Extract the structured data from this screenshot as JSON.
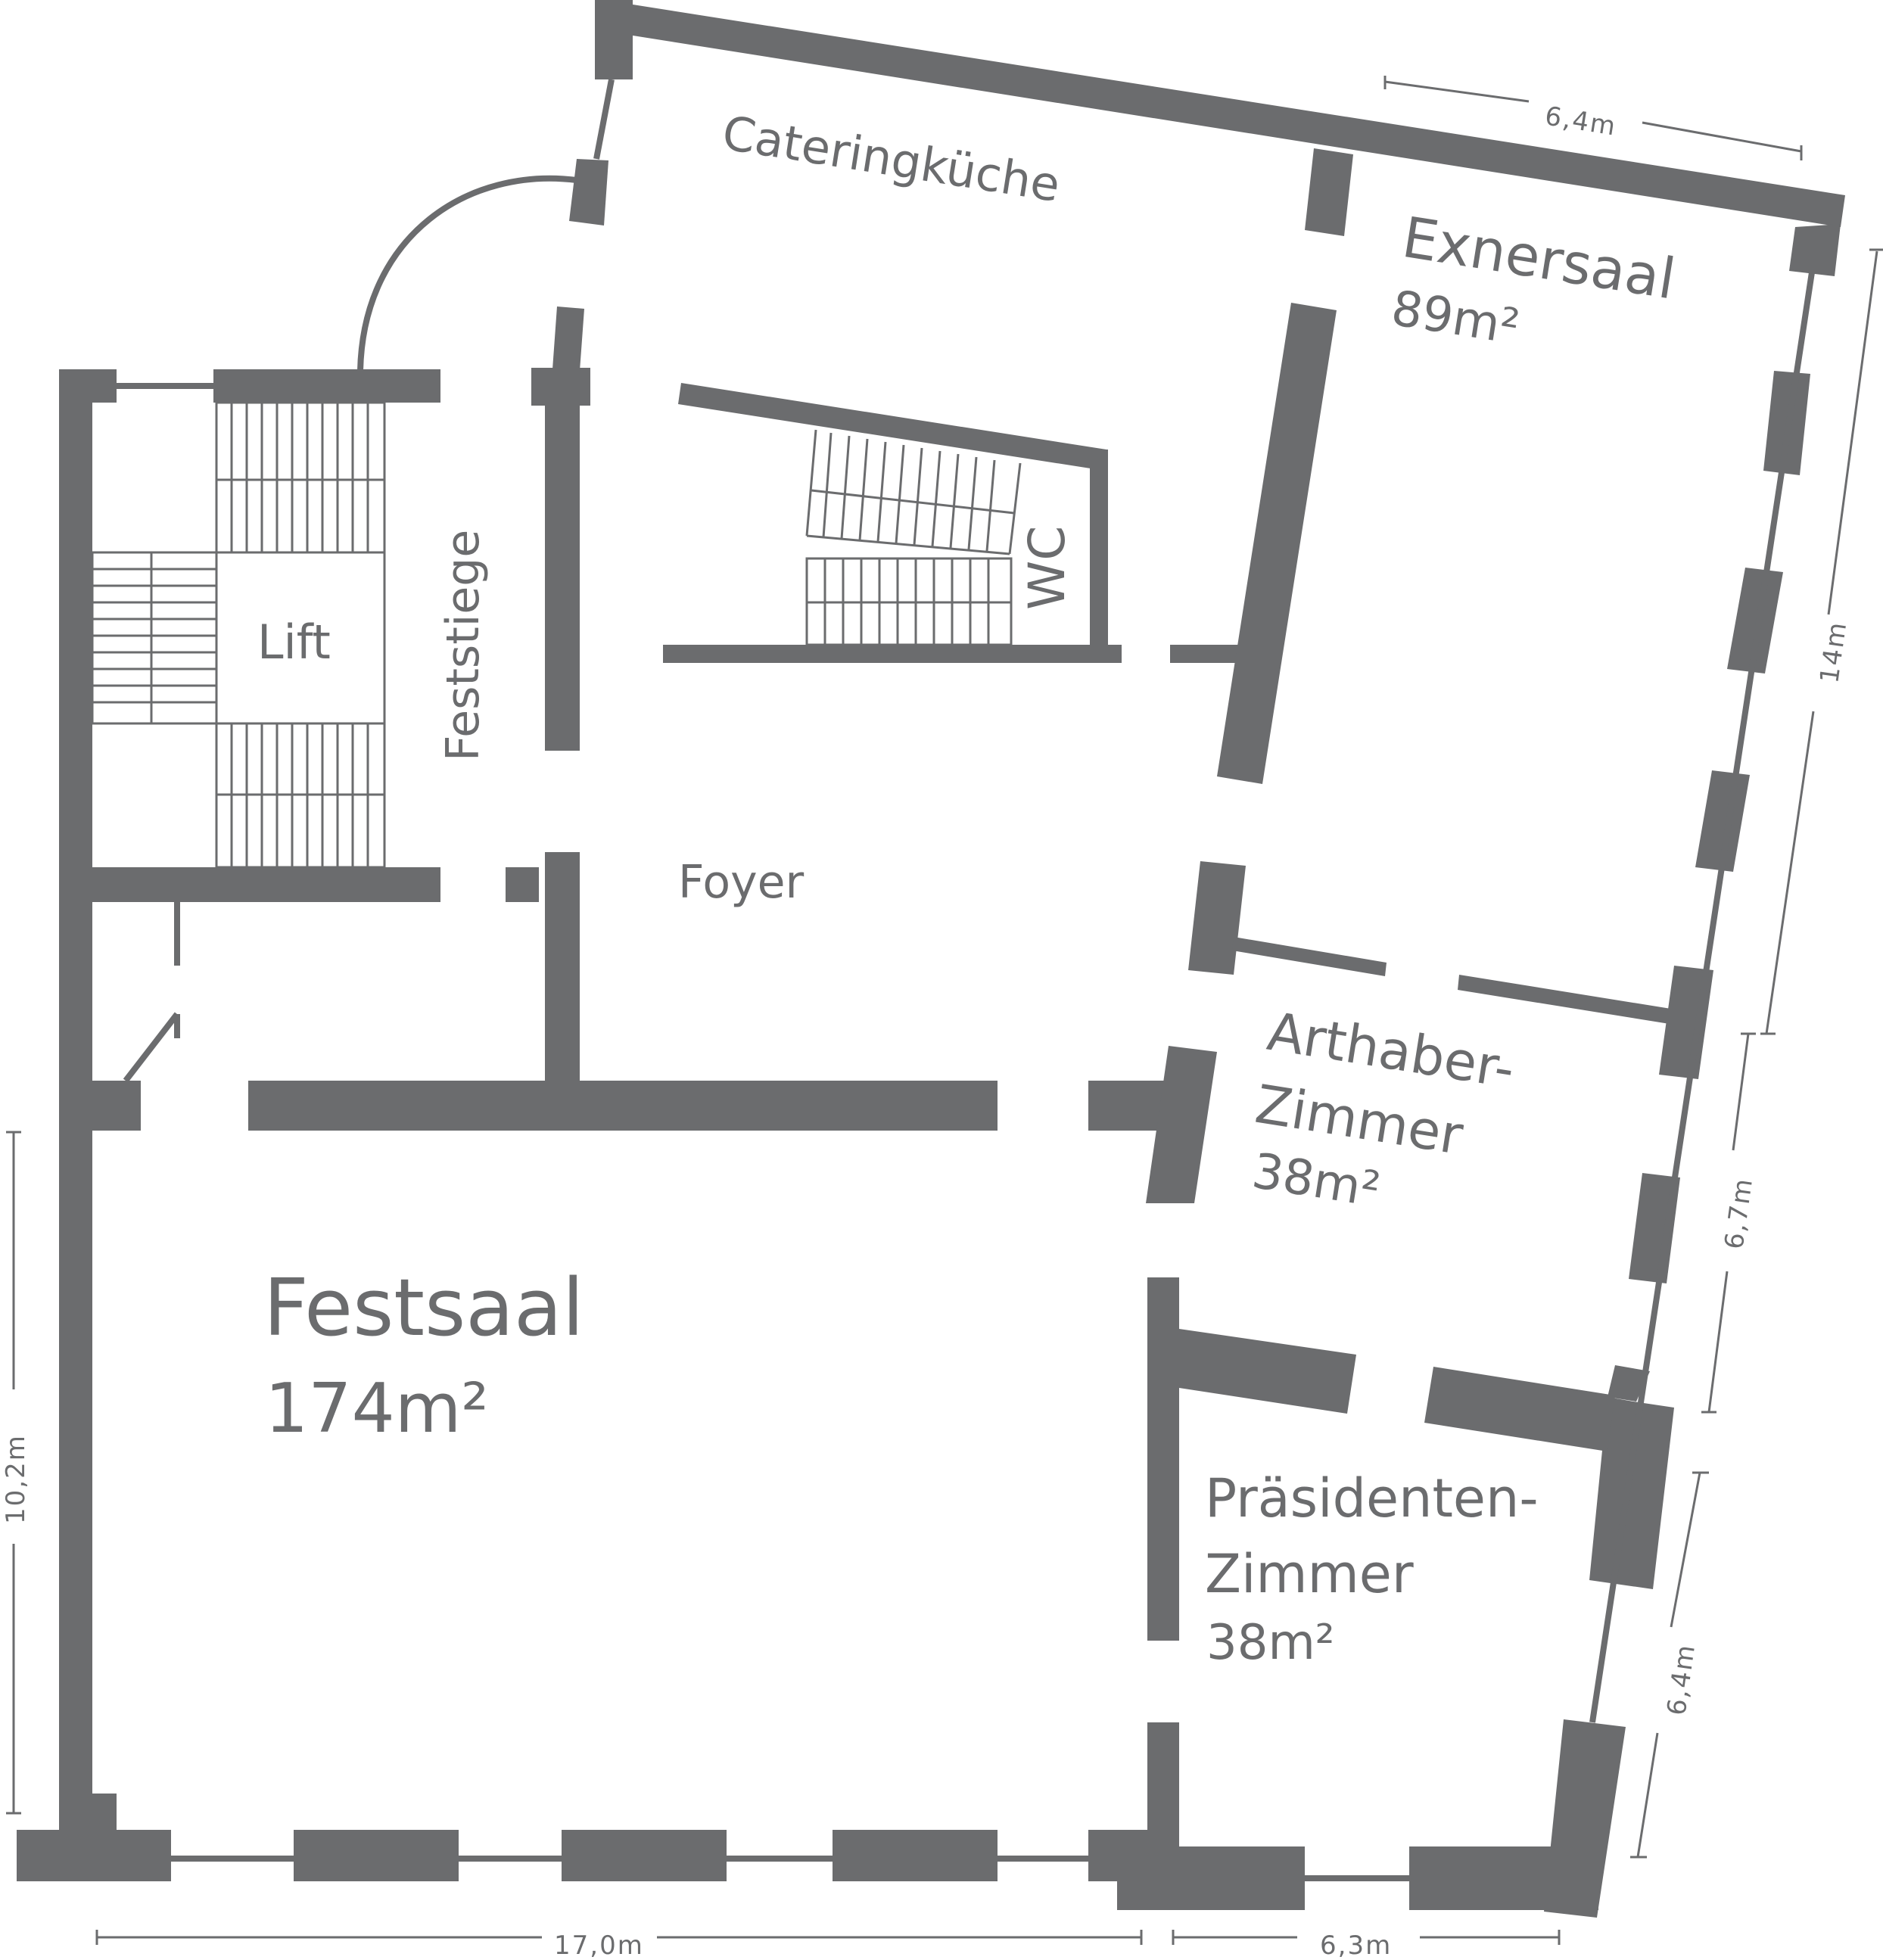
{
  "rooms": {
    "cateringkueche": "Cateringküche",
    "exnersaal": {
      "name": "Exnersaal",
      "area": "89m²"
    },
    "feststiege": "Feststiege",
    "wc": "WC",
    "lift": "Lift",
    "foyer": "Foyer",
    "arthaber": {
      "name_line1": "Arthaber-",
      "name_line2": "Zimmer",
      "area": "38m²"
    },
    "festsaal": {
      "name": "Festsaal",
      "area": "174m²"
    },
    "praesidenten": {
      "name_line1": "Präsidenten-",
      "name_line2": "Zimmer",
      "area": "38m²"
    }
  },
  "dimensions": {
    "top_right": "6,4m",
    "right_upper": "14m",
    "right_middle": "6,7m",
    "right_lower": "6,4m",
    "left": "10,2m",
    "bottom_left": "17,0m",
    "bottom_right": "6,3m"
  },
  "colors": {
    "wall": "#6b6c6e",
    "background": "#ffffff"
  }
}
